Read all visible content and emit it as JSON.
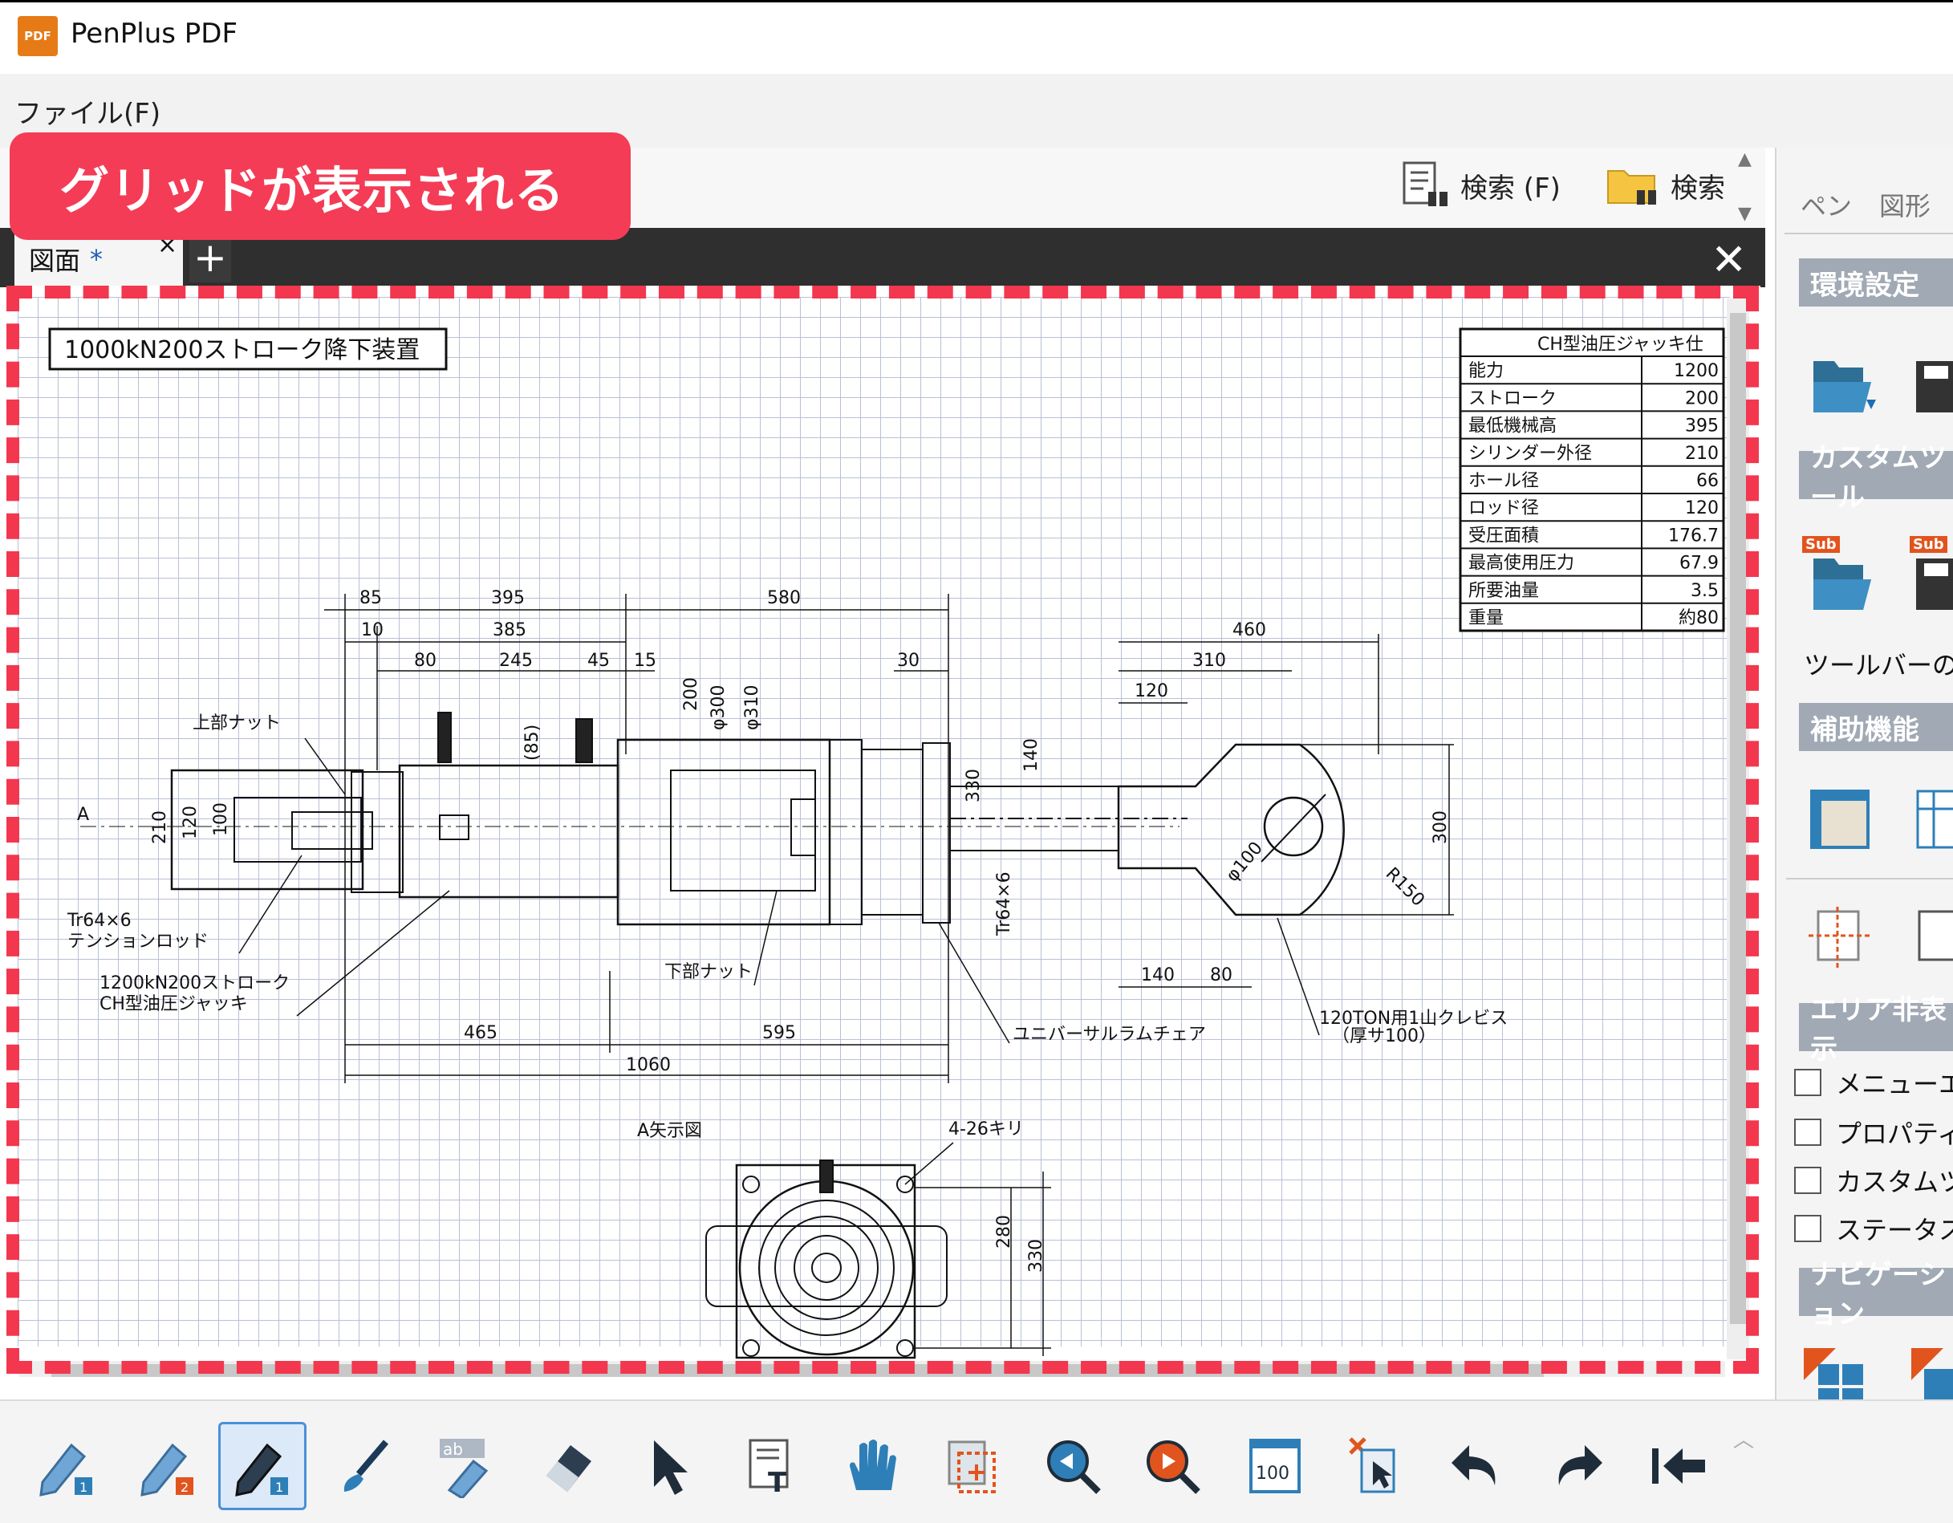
{
  "window": {
    "app_icon_label": "PDF",
    "title": "PenPlus PDF"
  },
  "menu": {
    "file": "ファイル(F)"
  },
  "toolbar": {
    "search_f": "検索 (F)",
    "search": "検索"
  },
  "right_panel": {
    "tabs": [
      "ペン",
      "図形"
    ],
    "headers": {
      "env": "環境設定",
      "custom": "カスタムツール",
      "assist": "補助機能",
      "area_hide": "エリア非表示",
      "nav": "ナビゲーション"
    },
    "sub_badge": "Sub",
    "toolbar_config": "ツールバーの配",
    "checks": [
      "メニューエリ",
      "プロパティエ",
      "カスタムツー",
      "ステータスバ"
    ]
  },
  "doc_tab": {
    "label": "図面",
    "modified_mark": "*",
    "close": "×",
    "add": "+"
  },
  "callout": "グリッドが表示される",
  "grid_color": "#b9c0d6",
  "highlight_color": "#f2374f",
  "drawing": {
    "title": "1000kN200ストローク降下装置",
    "spec_table": {
      "title": "CH型油圧ジャッキ仕",
      "rows": [
        [
          "能力",
          "1200"
        ],
        [
          "ストローク",
          "200"
        ],
        [
          "最低機械高",
          "395"
        ],
        [
          "シリンダー外径",
          "210"
        ],
        [
          "ホール径",
          "66"
        ],
        [
          "ロッド径",
          "120"
        ],
        [
          "受圧面積",
          "176.7"
        ],
        [
          "最高使用圧力",
          "67.9"
        ],
        [
          "所要油量",
          "3.5"
        ],
        [
          "重量",
          "約80"
        ]
      ]
    },
    "dims": {
      "d85": "85",
      "d395": "395",
      "d580": "580",
      "d10": "10",
      "d385": "385",
      "d80a": "80",
      "d245": "245",
      "d45": "45",
      "d15": "15",
      "d30": "30",
      "d460": "460",
      "d310": "310",
      "d120a": "120",
      "d200": "200",
      "dphi300": "φ300",
      "dphi310": "φ310",
      "d85p": "(85)",
      "d330": "330",
      "d140v": "140",
      "d210": "210",
      "d120": "120",
      "d100": "100",
      "tr64": "Tr64×6",
      "dphi100": "φ100",
      "r150": "R150",
      "d300": "300",
      "d140": "140",
      "d80b": "80",
      "d465": "465",
      "d595": "595",
      "d1060": "1060",
      "d280": "280",
      "d330b": "330"
    },
    "labels": {
      "upper_nut": "上部ナット",
      "arrow_a": "A",
      "tension_rod_1": "Tr64×6",
      "tension_rod_2": "テンションロッド",
      "jack_1": "1200kN200ストローク",
      "jack_2": "CH型油圧ジャッキ",
      "lower_nut": "下部ナット",
      "universal": "ユニバーサルラムチェア",
      "clevis_1": "120TON用1山クレビス",
      "clevis_2": "（厚サ100）",
      "a_view": "A矢示図",
      "holes": "4-26キリ"
    }
  },
  "tools": [
    "pen-1-icon",
    "pen-2-icon",
    "marker-icon",
    "brush-icon",
    "text-highlight-icon",
    "eraser-icon",
    "select-arrow-icon",
    "text-tool-icon",
    "hand-icon",
    "area-select-icon",
    "zoom-in-icon",
    "zoom-out-icon",
    "zoom-100-icon",
    "clear-select-icon",
    "undo-icon",
    "redo-icon",
    "first-page-icon"
  ]
}
